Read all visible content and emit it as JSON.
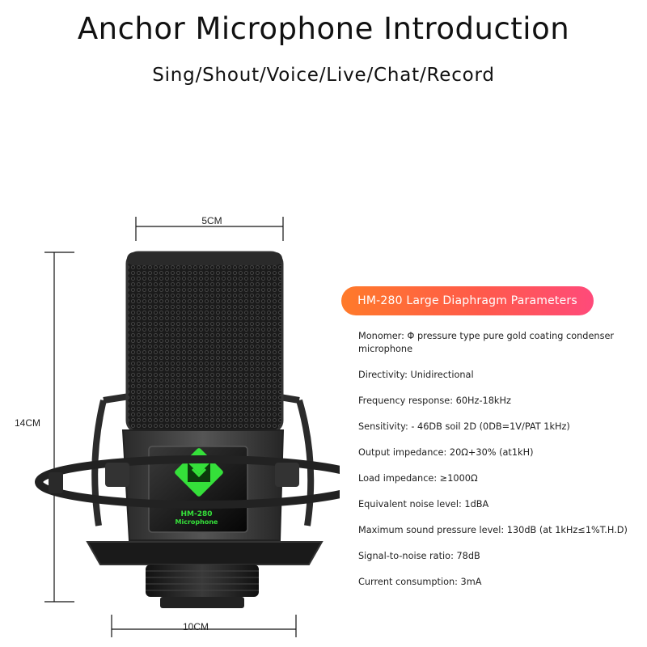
{
  "header": {
    "title": "Anchor Microphone Introduction",
    "subtitle": "Sing/Shout/Voice/Live/Chat/Record"
  },
  "dimensions": {
    "width": "5CM",
    "height": "14CM",
    "base": "10CM"
  },
  "product": {
    "model_label": "HM-280",
    "model_sub": "Microphone",
    "logo_color": "#35e03a"
  },
  "params": {
    "title": "HM-280 Large Diaphragm Parameters",
    "accent_start": "#ff7a2a",
    "accent_end": "#ff4a7a",
    "items": [
      "Monomer: Φ pressure type pure gold coating condenser microphone",
      "Directivity: Unidirectional",
      "Frequency response: 60Hz-18kHz",
      "Sensitivity: - 46DB soil 2D (0DB=1V/PAT 1kHz)",
      "Output impedance: 20Ω+30% (at1kH)",
      "Load impedance: ≥1000Ω",
      "Equivalent noise level: 1dBA",
      "Maximum sound pressure level: 130dB (at 1kHz≤1%T.H.D)",
      "Signal-to-noise ratio: 78dB",
      "Current consumption: 3mA"
    ]
  }
}
